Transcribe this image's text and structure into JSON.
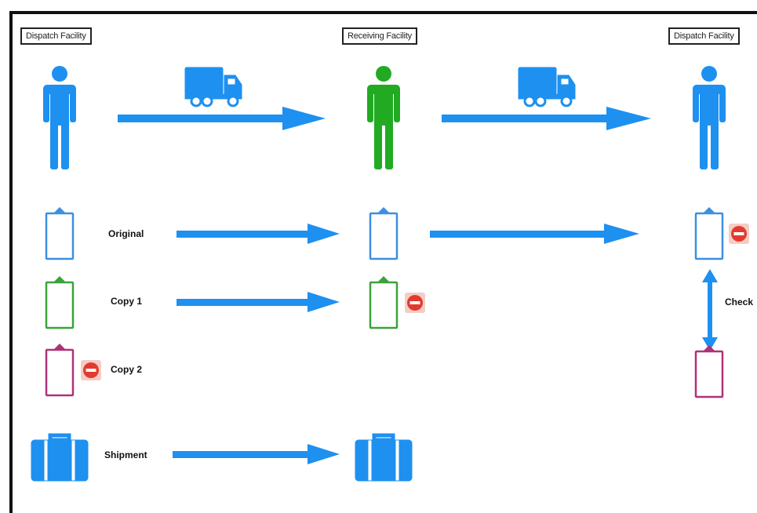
{
  "facilities": {
    "left": "Dispatch Facility",
    "middle": "Receiving Facility",
    "right": "Dispatch Facility"
  },
  "rows": {
    "original": "Original",
    "copy1": "Copy 1",
    "copy2": "Copy 2",
    "shipment": "Shipment"
  },
  "check_label": "Check",
  "colors": {
    "blue": "#1e90f0",
    "green": "#22aa22",
    "pink": "#b0317a",
    "red": "#e23b2e",
    "clip_green": "#3aa33a",
    "clip_blue": "#3d8fe0"
  },
  "icons": {
    "person": "person-icon",
    "truck": "truck-icon",
    "clipboard": "clipboard-icon",
    "no_entry": "no-entry-icon",
    "suitcase": "suitcase-icon"
  }
}
